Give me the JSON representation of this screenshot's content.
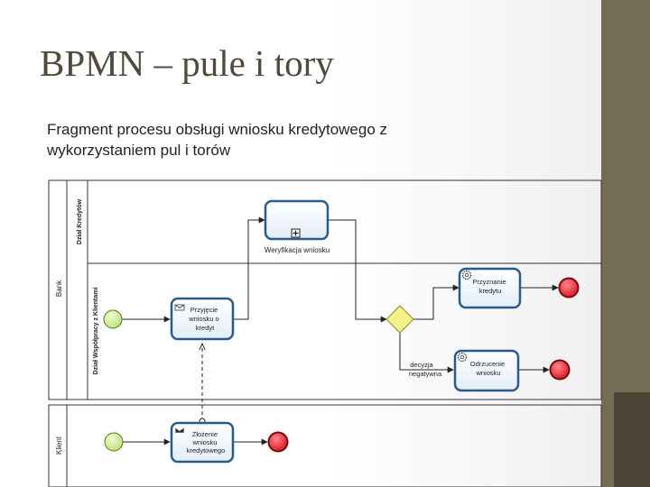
{
  "slide": {
    "title": "BPMN – pule i tory",
    "subtitle": "Fragment procesu obsługi wniosku kredytowego z wykorzystaniem pul i torów"
  },
  "pools": {
    "bank": {
      "label": "Bank",
      "lanes": {
        "credit_dept": "Dział Kredytów",
        "client_relations": "Dział Współpracy z Klientami"
      }
    },
    "client": {
      "label": "Klient"
    }
  },
  "tasks": {
    "verification": "Weryfikacja wniosku",
    "receive_application": [
      "Przyjęcie",
      "wniosku o",
      "kredyt"
    ],
    "grant_credit": [
      "Przyznanie",
      "kredytu"
    ],
    "reject_application": [
      "Odrzucenie",
      "wniosku"
    ],
    "submit_application": [
      "Złożenie",
      "wniosku",
      "kredytowego"
    ]
  },
  "flow_labels": {
    "negative_decision": [
      "decyzja",
      "negatywna"
    ]
  },
  "colors": {
    "task_fill": "#eef5fb",
    "task_stroke": "#2b5a86",
    "start_fill": "#d4ef9a",
    "end_fill": "#e8202c",
    "gateway_fill": "#f4f28a",
    "side_bar": "#756c54"
  }
}
